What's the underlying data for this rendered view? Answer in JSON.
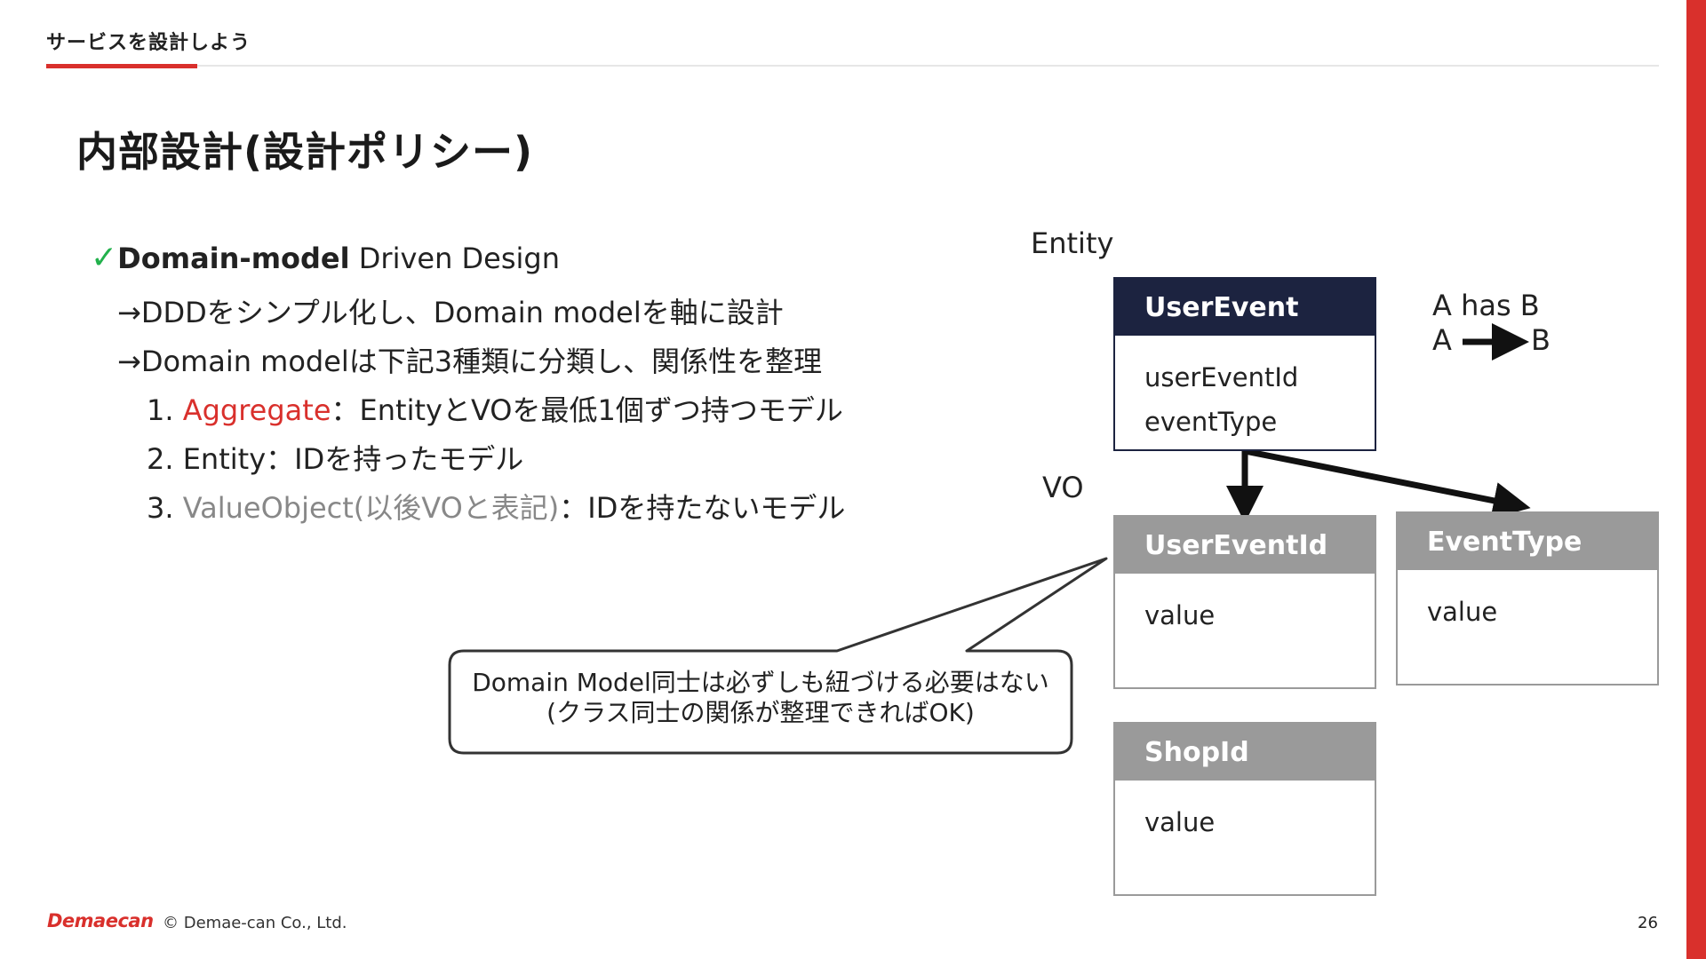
{
  "header": {
    "section_title": "サービスを設計しよう",
    "accent_color": "#d9302c"
  },
  "slide": {
    "title": "内部設計(設計ポリシー)"
  },
  "body": {
    "check_mark": "✓",
    "l1_strong": "Domain-model",
    "l1_rest": " Driven Design",
    "l2": "→DDDをシンプル化し、Domain modelを軸に設計",
    "l3": "→Domain modelは下記3種類に分類し、関係性を整理",
    "items": [
      {
        "num": "1.",
        "term": "Aggregate",
        "desc": "：EntityとVOを最低1個ずつ持つモデル"
      },
      {
        "num": "2.",
        "term": "Entity",
        "desc": "：IDを持ったモデル"
      },
      {
        "num": "3.",
        "term": "ValueObject(以後VOと表記)",
        "desc": "：IDを持たないモデル"
      }
    ]
  },
  "diagram": {
    "entity_label": "Entity",
    "vo_label": "VO",
    "user_event": {
      "title": "UserEvent",
      "fields": [
        "userEventId",
        "eventType"
      ]
    },
    "user_event_id": {
      "title": "UserEventId",
      "fields": [
        "value"
      ]
    },
    "event_type": {
      "title": "EventType",
      "fields": [
        "value"
      ]
    },
    "shop_id": {
      "title": "ShopId",
      "fields": [
        "value"
      ]
    },
    "legend": {
      "line1": "A has B",
      "a": "A",
      "b": "B"
    },
    "callout": {
      "line1": "Domain Model同士は必ずしも紐づける必要はない",
      "line2": "(クラス同士の関係が整理できればOK)"
    },
    "colors": {
      "entity_header": "#1c2340",
      "vo_header": "#9a9a9a"
    }
  },
  "footer": {
    "logo": "Demaecan",
    "copyright": "© Demae-can Co., Ltd.",
    "page_number": "26"
  }
}
